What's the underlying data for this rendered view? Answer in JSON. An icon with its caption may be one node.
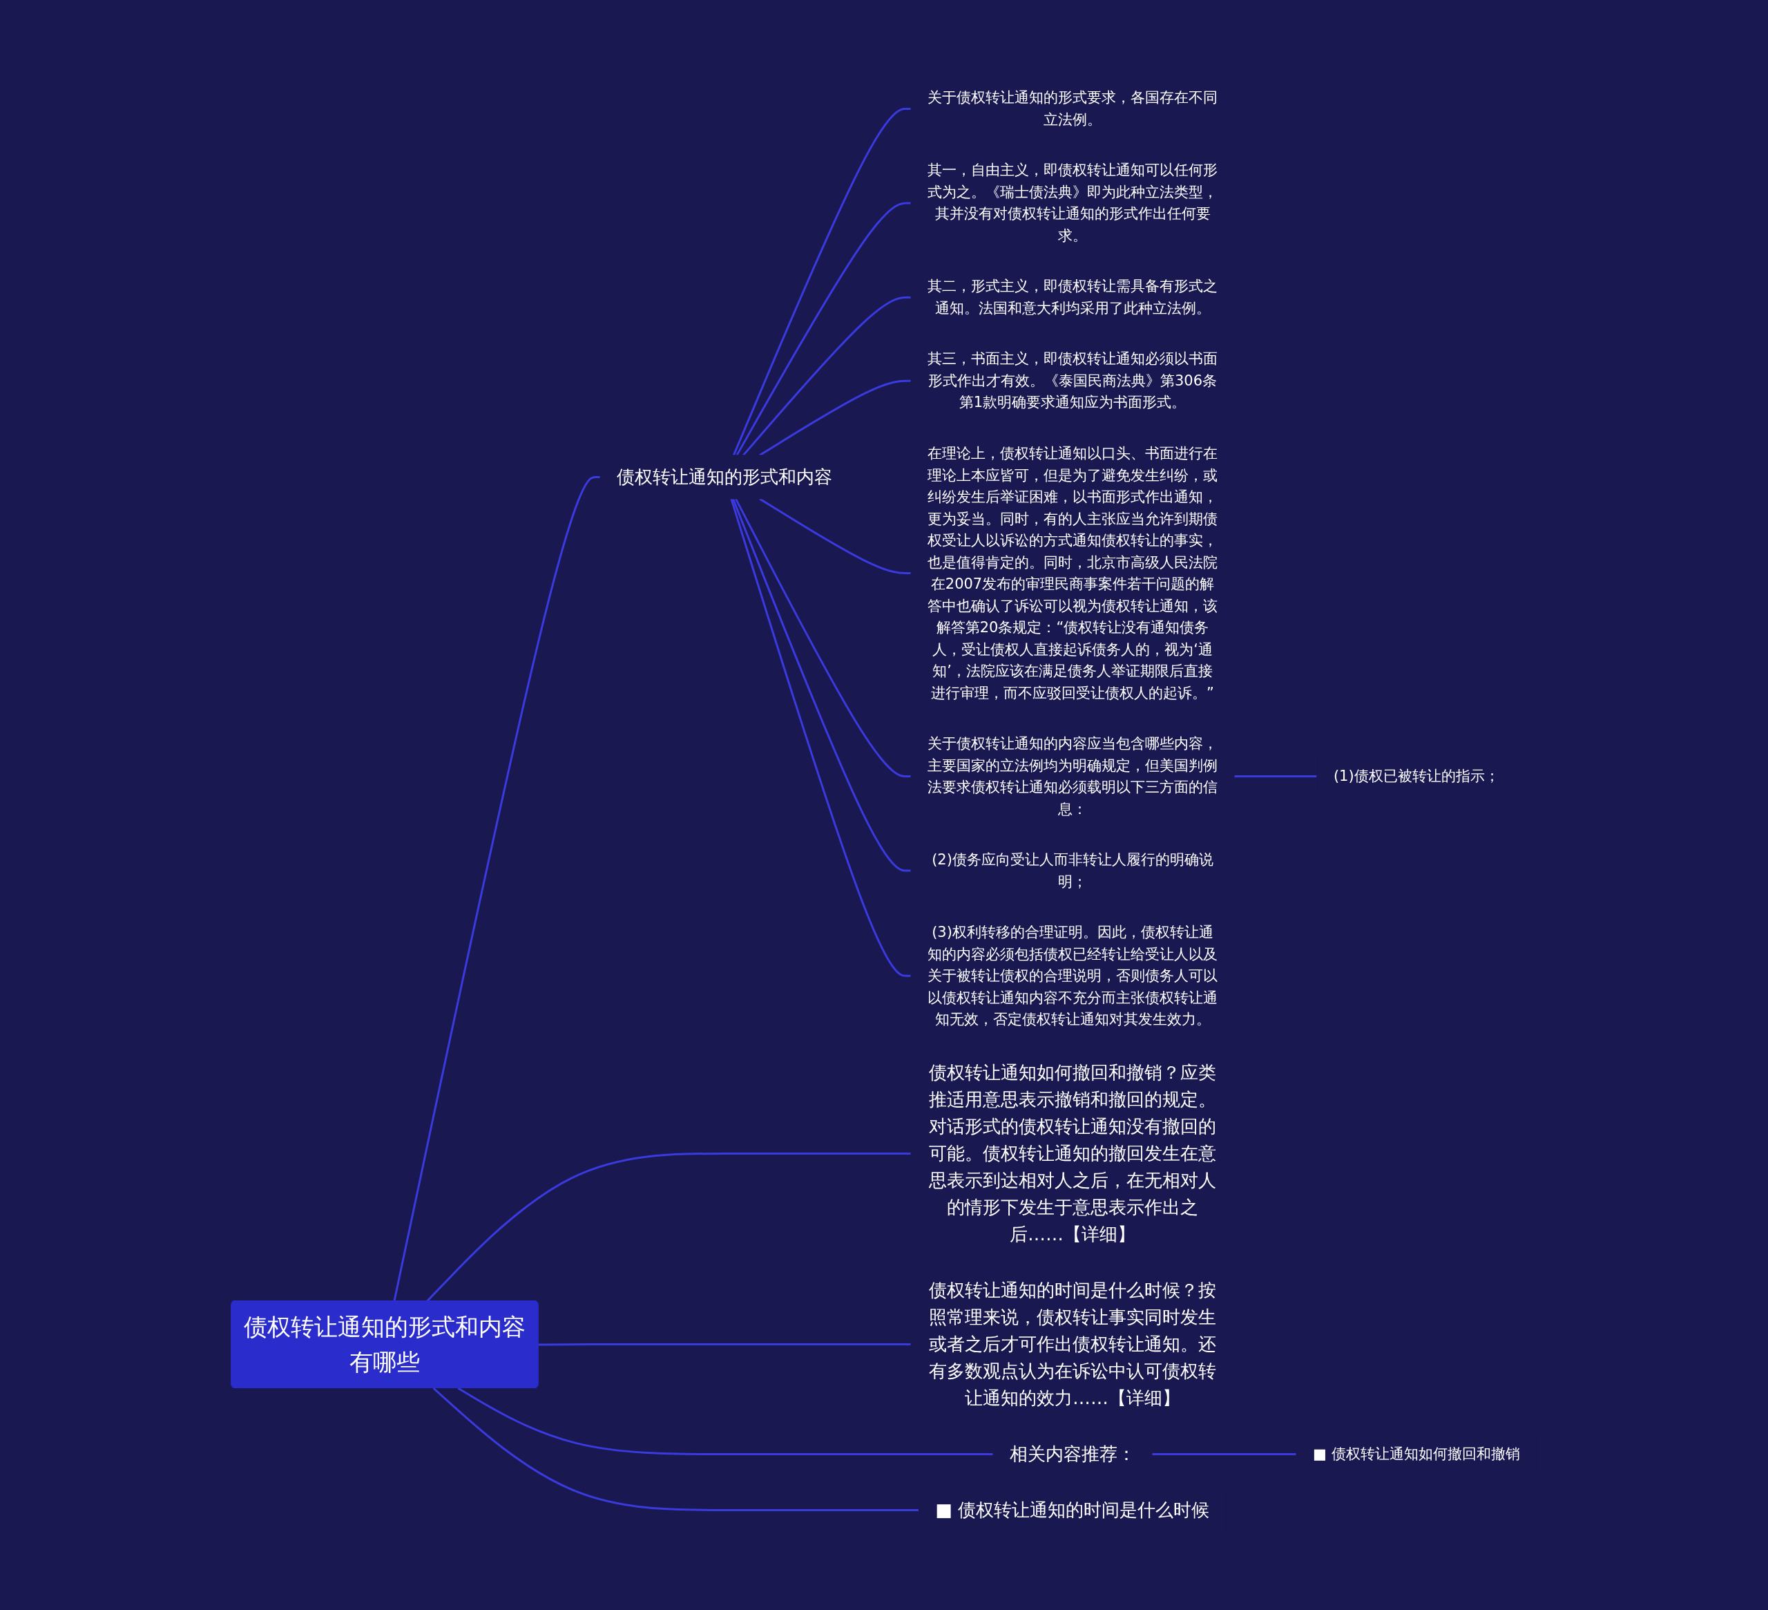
{
  "diagram": {
    "nodes": [
      {
        "text": [
          "债权转让通知的形式和内容有哪些"
        ]
      },
      {
        "text": [
          "债权转让通知的形式和内容"
        ]
      },
      {
        "text": [
          "关于债权转让通知的形式要求，各国存在不同立法例。"
        ]
      },
      {
        "text": [
          "其一，自由主义，即债权转让通知可以任何形式为之。《瑞士债法典》即为此种立法类型，其并没有对债权转让通知的形式作出任何要求。"
        ]
      },
      {
        "text": [
          "其二，形式主义，即债权转让需具备有形式之通知。法国和意大利均采用了此种立法例。"
        ]
      },
      {
        "text": [
          "其三，书面主义，即债权转让通知必须以书面形式作出才有效。《泰国民商法典》第306条第1款明确要求通知应为书面形式。"
        ]
      },
      {
        "text": [
          "在理论上，债权转让通知以口头、书面进行在理论上本应皆可，但是为了避免发生纠纷，或纠纷发生后举证困难，以书面形式作出通知，更为妥当。同时，有的人主张应当允许到期债权受让人以诉讼的方式通知债权转让的事实，也是值得肯定的。同时，北京市高级人民法院在2007发布的审理民商事案件若干问题的解答中也确认了诉讼可以视为债权转让通知，该解答第20条规定：“债权转让没有通知债务人，受让债权人直接起诉债务人的，视为‘通知’，法院应该在满足债务人举证期限后直接进行审理，而不应驳回受让债权人的起诉。”"
        ]
      },
      {
        "text": [
          "关于债权转让通知的内容应当包含哪些内容，主要国家的立法例均为明确规定，但美国判例法要求债权转让通知必须载明以下三方面的信息："
        ]
      },
      {
        "text": [
          "(1)债权已被转让的指示；"
        ]
      },
      {
        "text": [
          "(2)债务应向受让人而非转让人履行的明确说明；"
        ]
      },
      {
        "text": [
          "(3)权利转移的合理证明。因此，债权转让通知的内容必须包括债权已经转让给受让人以及关于被转让债权的合理说明，否则债务人可以以债权转让通知内容不充分而主张债权转让通知无效，否定债权转让通知对其发生效力。"
        ]
      },
      {
        "text": [
          "债权转让通知如何撤回和撤销？应类推适用意思表示撤销和撤回的规定。对话形式的债权转让通知没有撤回的可能。债权转让通知的撤回发生在意思表示到达相对人之后，在无相对人的情形下发生于意思表示作出之后……【详细】"
        ]
      },
      {
        "text": [
          "债权转让通知的时间是什么时候？按照常理来说，债权转让事实同时发生或者之后才可作出债权转让通知。还有多数观点认为在诉讼中认可债权转让通知的效力……【详细】"
        ]
      },
      {
        "text": [
          "相关内容推荐："
        ]
      },
      {
        "text": [
          "■ 债权转让通知如何撤回和撤销"
        ]
      },
      {
        "text": [
          "■ 债权转让通知的时间是什么时候"
        ]
      }
    ],
    "edges": [
      {
        "from": 0,
        "to": 1,
        "arrow": "none"
      },
      {
        "from": 1,
        "to": 2,
        "arrow": "none"
      },
      {
        "from": 1,
        "to": 3,
        "arrow": "none"
      },
      {
        "from": 1,
        "to": 4,
        "arrow": "none"
      },
      {
        "from": 1,
        "to": 5,
        "arrow": "none"
      },
      {
        "from": 1,
        "to": 6,
        "arrow": "none"
      },
      {
        "from": 1,
        "to": 7,
        "arrow": "none"
      },
      {
        "from": 7,
        "to": 8,
        "arrow": "none"
      },
      {
        "from": 1,
        "to": 9,
        "arrow": "none"
      },
      {
        "from": 1,
        "to": 10,
        "arrow": "none"
      },
      {
        "from": 0,
        "to": 11,
        "arrow": "none"
      },
      {
        "from": 0,
        "to": 12,
        "arrow": "none"
      },
      {
        "from": 0,
        "to": 13,
        "arrow": "none"
      },
      {
        "from": 13,
        "to": 14,
        "arrow": "none"
      },
      {
        "from": 0,
        "to": 15,
        "arrow": "none"
      }
    ]
  }
}
